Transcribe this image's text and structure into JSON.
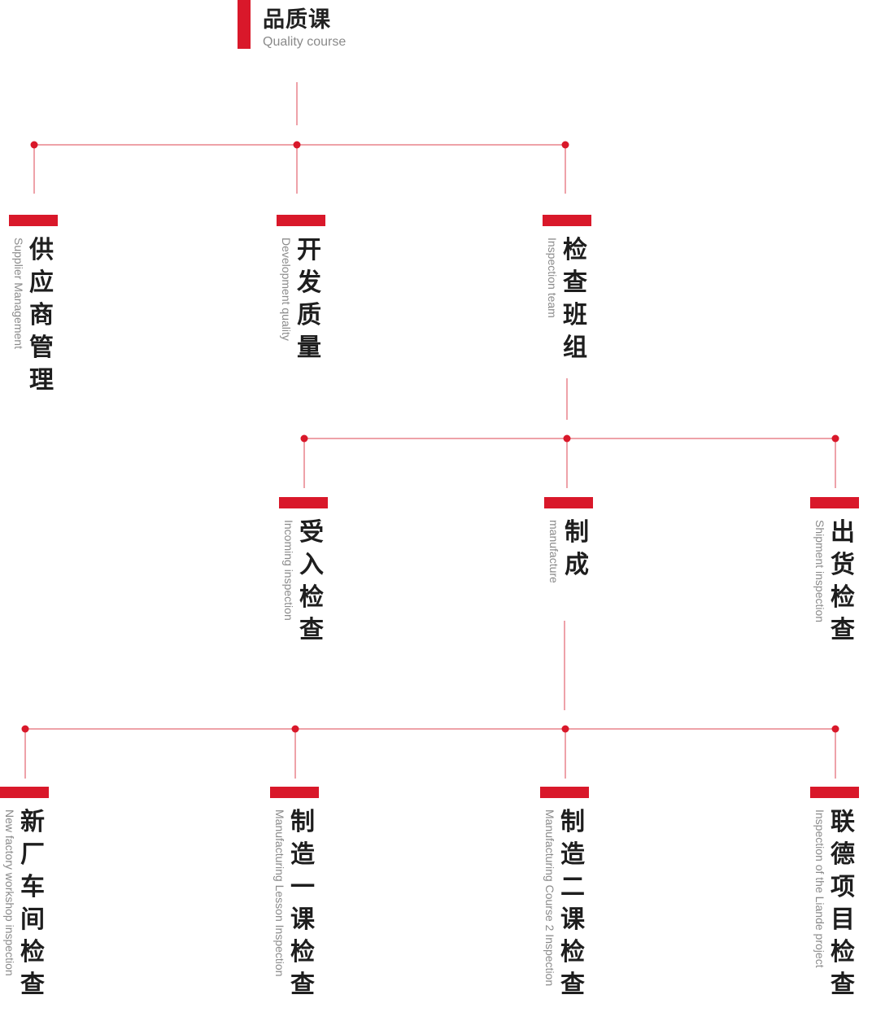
{
  "root": {
    "title_cn": "品质课",
    "title_en": "Quality course"
  },
  "level1": [
    {
      "cn": "供应商管理",
      "en": "Supplier Management"
    },
    {
      "cn": "开发质量",
      "en": "Development quality"
    },
    {
      "cn": "检查班组",
      "en": "Inspection team"
    }
  ],
  "level2": [
    {
      "cn": "受入检查",
      "en": "Incoming inspection"
    },
    {
      "cn": "制成",
      "en": "manufacture"
    },
    {
      "cn": "出货检查",
      "en": "Shipment inspection"
    }
  ],
  "level3": [
    {
      "cn": "新厂车间检查",
      "en": "New factory workshop inspection"
    },
    {
      "cn": "制造一课检查",
      "en": "Manufacturing Lesson Inspection"
    },
    {
      "cn": "制造二课检查",
      "en": "Manufacturing Course 2 Inspection"
    },
    {
      "cn": "联德项目检查",
      "en": "Inspection of the Liande project"
    }
  ],
  "colors": {
    "accent": "#d9182a",
    "line": "#e8838c",
    "text": "#1e1e1e",
    "subtext": "#8a8a8a"
  }
}
